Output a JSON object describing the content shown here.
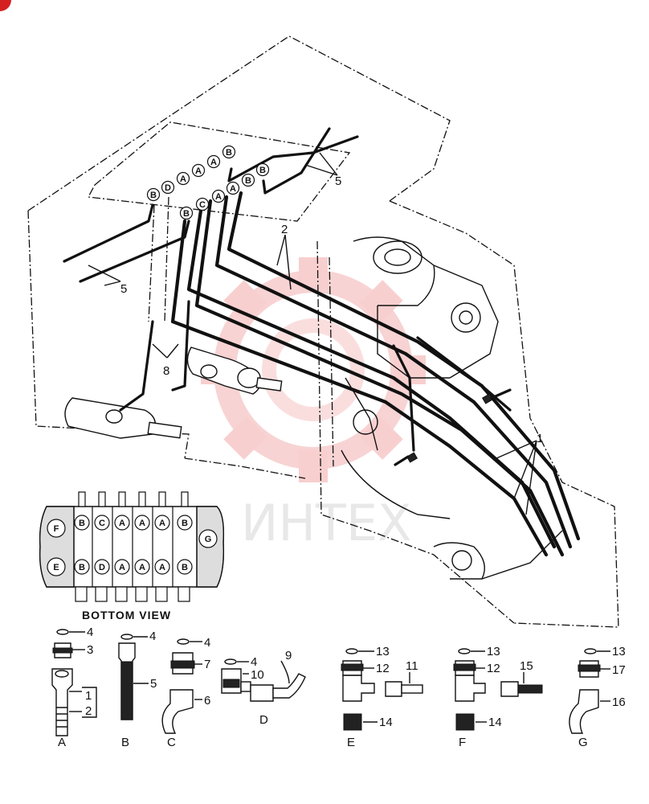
{
  "watermark": "ИНТЕХ",
  "bottom_view": {
    "title": "BOTTOM VIEW",
    "side_left_top": "F",
    "side_left_bottom": "E",
    "side_right": "G",
    "top_row": [
      "B",
      "C",
      "A",
      "A",
      "A",
      "B"
    ],
    "bottom_row": [
      "B",
      "D",
      "A",
      "A",
      "A",
      "B"
    ]
  },
  "tube_end_labels": [
    "B",
    "D",
    "A",
    "A",
    "A",
    "B",
    "B",
    "C",
    "A",
    "A",
    "B",
    "B"
  ],
  "callouts": [
    "1",
    "2",
    "5",
    "5",
    "8"
  ],
  "parts": {
    "group_a": {
      "letter": "A",
      "n4": "4",
      "n3": "3",
      "n1": "1",
      "n2": "2"
    },
    "group_b": {
      "letter": "B",
      "n4": "4",
      "n5": "5"
    },
    "group_c": {
      "letter": "C",
      "n4": "4",
      "n7": "7",
      "n6": "6"
    },
    "group_d": {
      "letter": "D",
      "n4": "4",
      "n10": "10",
      "n9": "9"
    },
    "group_e": {
      "letter": "E",
      "n13": "13",
      "n12": "12",
      "n11": "11",
      "n14": "14"
    },
    "group_f": {
      "letter": "F",
      "n13": "13",
      "n12": "12",
      "n15": "15",
      "n14": "14"
    },
    "group_g": {
      "letter": "G",
      "n13": "13",
      "n17": "17",
      "n16": "16"
    }
  },
  "colors": {
    "ink": "#111111",
    "watermark_red": "#e23a3a",
    "corner_badge": "#d42020"
  }
}
